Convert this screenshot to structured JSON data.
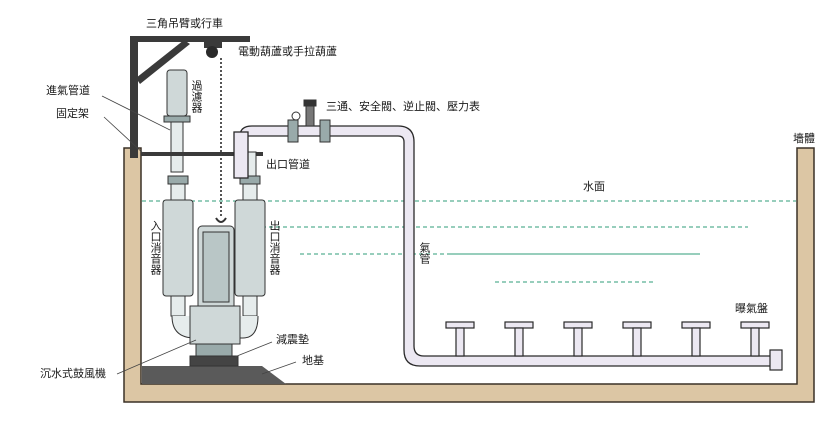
{
  "labels": {
    "crane": "三角吊臂或行車",
    "hoist": "電動葫蘆或手拉葫蘆",
    "inlet_pipe": "進氣管道",
    "bracket": "固定架",
    "filter": "過濾器",
    "valves": "三通、安全閥、逆止閥、壓力表",
    "outlet_pipe": "出口管道",
    "wall": "墻體",
    "water_surface": "水面",
    "air_pipe": "氣管",
    "inlet_silencer": "入口消音器",
    "outlet_silencer": "出口消音器",
    "aerator": "曝氣盤",
    "damping_pad": "減震墊",
    "foundation": "地基",
    "blower": "沉水式鼓風機"
  },
  "colors": {
    "wall_fill": "#dcc6a4",
    "wall_stroke": "#3a3026",
    "pipe_fill": "#ece8f2",
    "pipe_stroke": "#2a2a2a",
    "water_line": "#2f9c7a",
    "crane": "#3a3a3a",
    "machine": "#cfd8d8"
  }
}
